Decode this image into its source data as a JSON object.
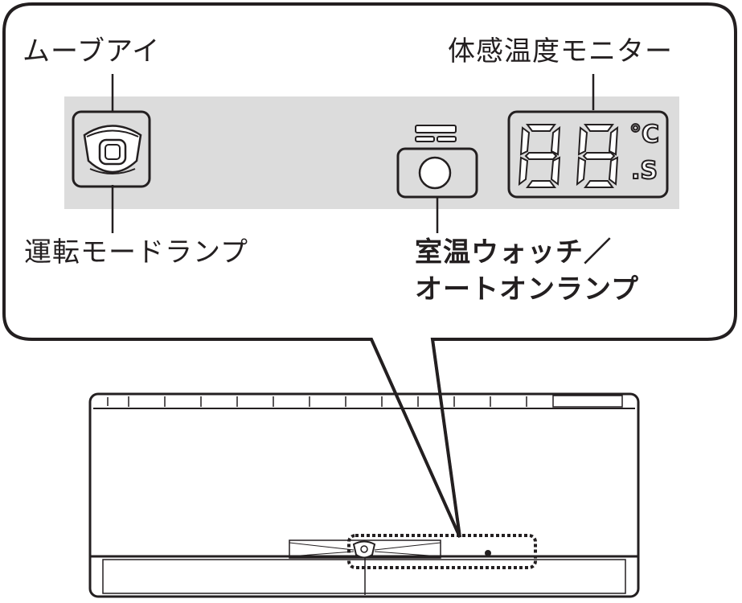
{
  "labels": {
    "move_eye": "ムーブアイ",
    "sensory_temp_monitor": "体感温度モニター",
    "operation_mode_lamp": "運転モードランプ",
    "room_temp_watch_line1": "室温ウォッチ／",
    "room_temp_watch_line2": "オートオンランプ"
  },
  "display": {
    "digits": "88",
    "unit_celsius": "°C",
    "unit_seconds": ".S"
  },
  "colors": {
    "panel": "#dcdcdc",
    "stroke": "#231f20"
  }
}
